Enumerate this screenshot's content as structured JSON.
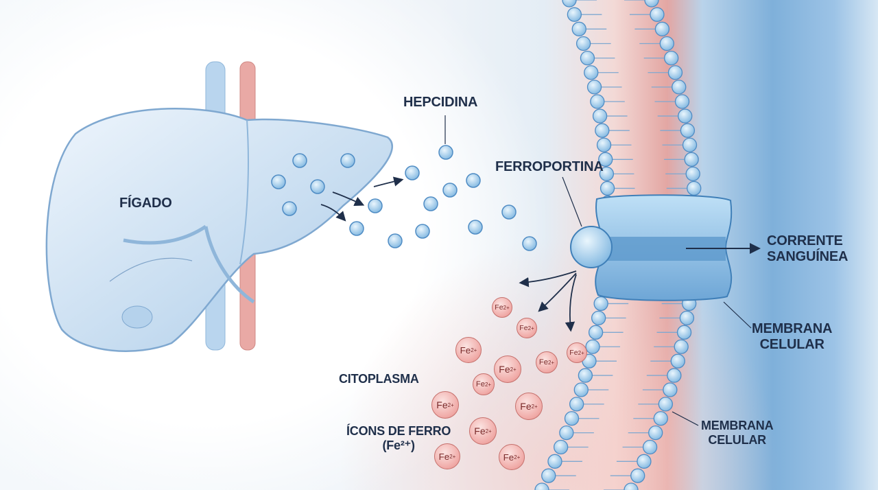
{
  "labels": {
    "liver": "FÍGADO",
    "hepcidin": "HEPCIDINA",
    "ferroportin": "FERROPORTINA",
    "bloodstream_1": "CORRENTE",
    "bloodstream_2": "SANGUÍNEA",
    "membrane_a_1": "MEMBRANA",
    "membrane_a_2": "CELULAR",
    "membrane_b_1": "MEMBRANA",
    "membrane_b_2": "CELULAR",
    "cytoplasm": "CITOPLASMA",
    "iron_ions_1": "ÍCONS DE FERRO",
    "iron_ions_2": "(Fe²⁺)"
  },
  "ion_label": {
    "base": "Fe",
    "charge": "2+"
  },
  "colors": {
    "hepcidin": "#a9d2ee",
    "membrane": "#6fa7d6",
    "iron": "#f0a9a6",
    "text": "#1f2f4a",
    "blood": "#e3a6a3"
  }
}
